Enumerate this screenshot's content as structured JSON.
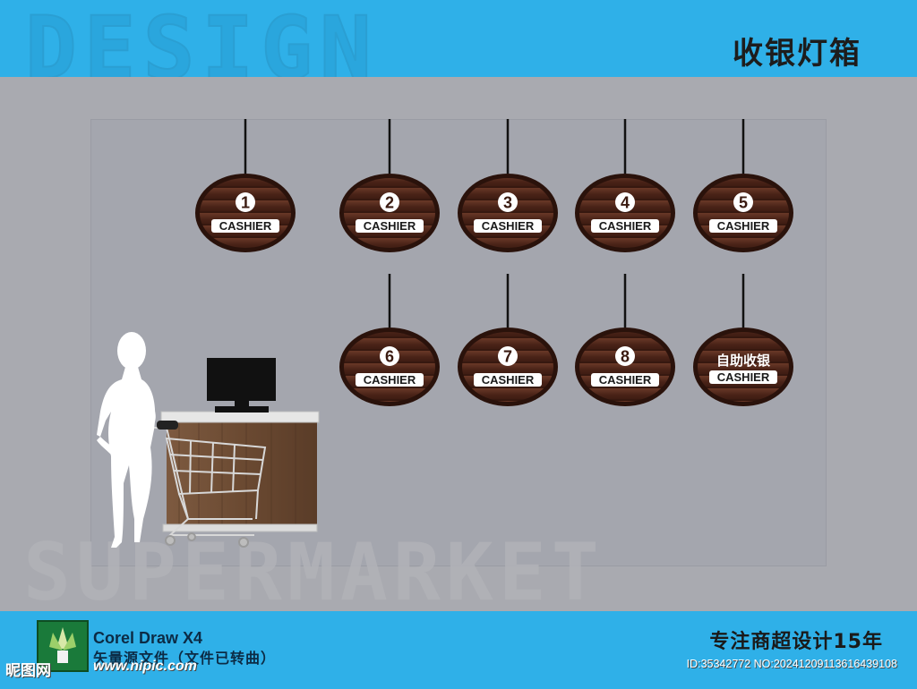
{
  "header": {
    "watermark": "DESIGN",
    "title": "收银灯箱"
  },
  "signs": [
    {
      "number": "1",
      "label": "CASHIER"
    },
    {
      "number": "2",
      "label": "CASHIER"
    },
    {
      "number": "3",
      "label": "CASHIER"
    },
    {
      "number": "4",
      "label": "CASHIER"
    },
    {
      "number": "5",
      "label": "CASHIER"
    },
    {
      "number": "6",
      "label": "CASHIER"
    },
    {
      "number": "7",
      "label": "CASHIER"
    },
    {
      "number": "8",
      "label": "CASHIER"
    },
    {
      "number": "自助收银",
      "label": "CASHIER"
    }
  ],
  "watermark_bottom": "SUPERMARKET",
  "footer": {
    "software": "Corel Draw X4",
    "software_note": "矢量源文件（文件已转曲）",
    "site_logo": "昵图网",
    "site_url": "www.nipic.com",
    "slogan": "专注商超设计15年",
    "id_text": "ID:35342772 NO:20241209113616439108"
  },
  "colors": {
    "band": "#2fb0e8",
    "wall": "#a4a6ae",
    "sign_wood": "#4a2318",
    "sign_rim": "#2a120b"
  }
}
